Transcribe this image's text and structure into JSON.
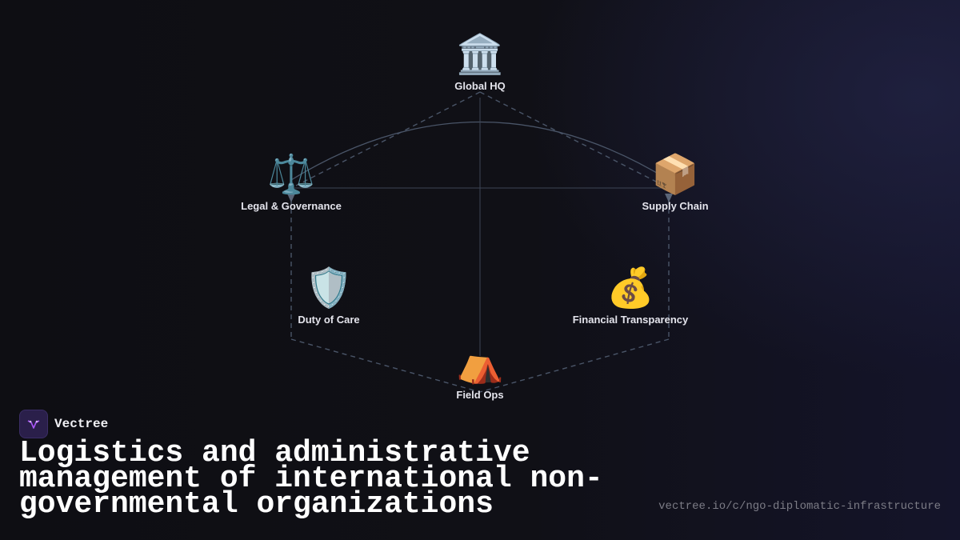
{
  "diagram": {
    "nodes": [
      {
        "id": "global-hq",
        "label": "Global HQ",
        "icon": "🏛️",
        "icon_name": "classical-building-icon"
      },
      {
        "id": "legal-governance",
        "label": "Legal & Governance",
        "icon": "⚖️",
        "icon_name": "balance-scale-icon"
      },
      {
        "id": "supply-chain",
        "label": "Supply Chain",
        "icon": "📦",
        "icon_name": "package-icon"
      },
      {
        "id": "duty-of-care",
        "label": "Duty of Care",
        "icon": "🛡️",
        "icon_name": "shield-icon"
      },
      {
        "id": "financial-transparency",
        "label": "Financial Transparency",
        "icon": "💰",
        "icon_name": "money-bag-icon"
      },
      {
        "id": "field-ops",
        "label": "Field Ops",
        "icon": "⛺",
        "icon_name": "tent-icon"
      }
    ]
  },
  "brand": {
    "name": "Vectree",
    "logo_icon": "vectree-logo-icon",
    "accent_color": "#a855f7"
  },
  "headline": "Logistics and administrative management of international non-governmental organizations",
  "url": "vectree.io/c/ngo-diplomatic-infrastructure",
  "colors": {
    "background": "#0f0f14",
    "edge": "#4a5568",
    "text": "#e4e4ec"
  }
}
